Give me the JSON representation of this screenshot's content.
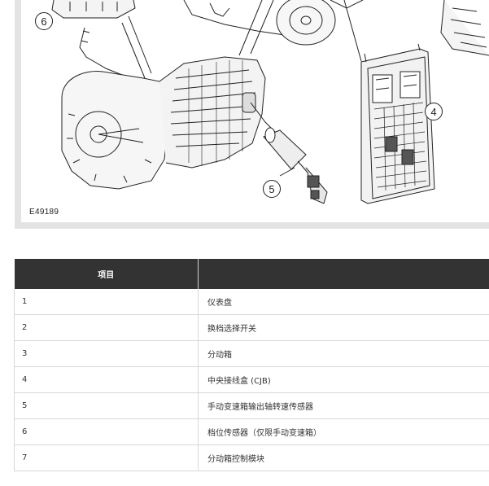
{
  "figure": {
    "id_label": "E49189",
    "callouts": [
      "6",
      "5",
      "4"
    ]
  },
  "table": {
    "headers": [
      "项目",
      ""
    ],
    "rows": [
      {
        "item": "1",
        "description": "仪表盘"
      },
      {
        "item": "2",
        "description": "换档选择开关"
      },
      {
        "item": "3",
        "description": "分动箱"
      },
      {
        "item": "4",
        "description": "中央接线盒 (CJB)"
      },
      {
        "item": "5",
        "description": "手动变速箱输出轴转速传感器"
      },
      {
        "item": "6",
        "description": "档位传感器（仅限手动变速箱）"
      },
      {
        "item": "7",
        "description": "分动箱控制模块"
      }
    ]
  },
  "colors": {
    "header_bg": "#333333",
    "header_text": "#ffffff",
    "figure_frame": "#e3e3e3"
  }
}
